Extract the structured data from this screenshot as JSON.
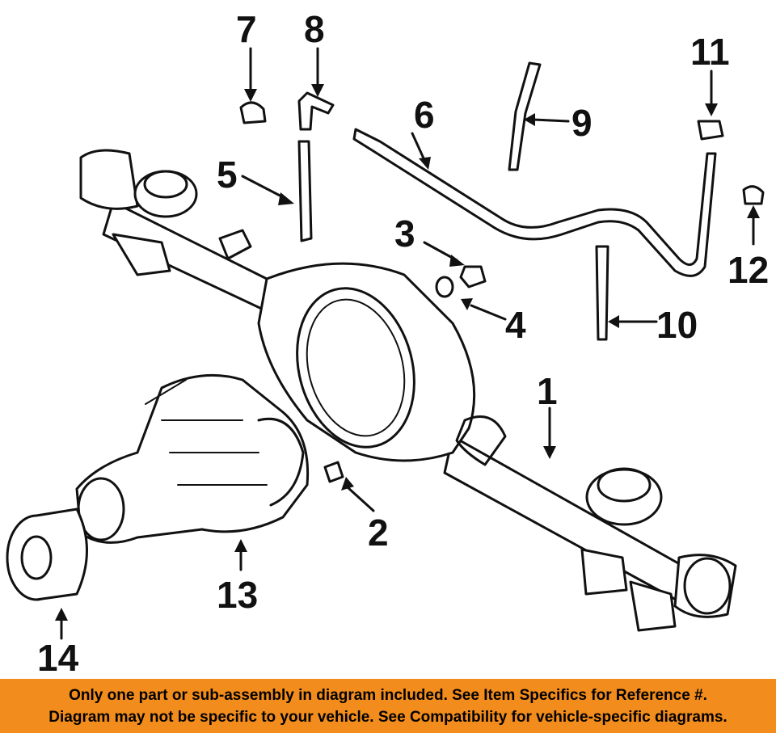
{
  "callouts": {
    "c1": "1",
    "c2": "2",
    "c3": "3",
    "c4": "4",
    "c5": "5",
    "c6": "6",
    "c7": "7",
    "c8": "8",
    "c9": "9",
    "c10": "10",
    "c11": "11",
    "c12": "12",
    "c13": "13",
    "c14": "14"
  },
  "banner": {
    "line1": "Only one part or sub-assembly in diagram included. See Item Specifics for Reference #.",
    "line2": "Diagram may not be specific to your vehicle. See Compatibility for vehicle-specific diagrams.",
    "background": "#f28c1c"
  }
}
